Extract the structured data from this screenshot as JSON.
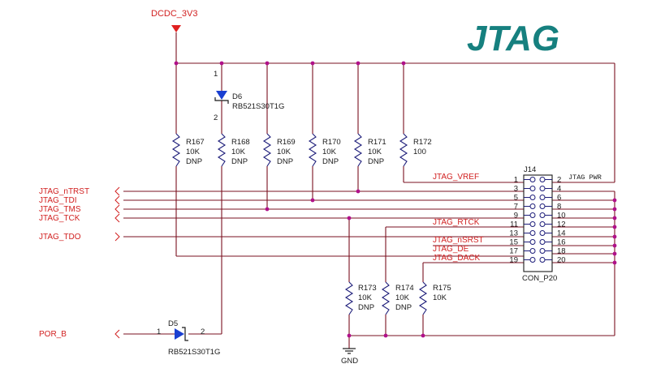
{
  "title": "JTAG",
  "power": {
    "net": "DCDC_3V3",
    "color": "#e02020"
  },
  "ground": {
    "net": "GND"
  },
  "left_nets": [
    {
      "label": "JTAG_nTRST",
      "dir": "in"
    },
    {
      "label": "JTAG_TDI",
      "dir": "in"
    },
    {
      "label": "JTAG_TMS",
      "dir": "in"
    },
    {
      "label": "JTAG_TCK",
      "dir": "in"
    },
    {
      "label": "JTAG_TDO",
      "dir": "out"
    },
    {
      "label": "POR_B",
      "dir": "in"
    }
  ],
  "pullups": [
    {
      "ref": "R167",
      "value": "10K",
      "note": "DNP"
    },
    {
      "ref": "R168",
      "value": "10K",
      "note": "DNP"
    },
    {
      "ref": "R169",
      "value": "10K",
      "note": "DNP"
    },
    {
      "ref": "R170",
      "value": "10K",
      "note": "DNP"
    },
    {
      "ref": "R171",
      "value": "10K",
      "note": "DNP"
    },
    {
      "ref": "R172",
      "value": "100",
      "note": ""
    }
  ],
  "pulldowns": [
    {
      "ref": "R173",
      "value": "10K",
      "note": "DNP"
    },
    {
      "ref": "R174",
      "value": "10K",
      "note": "DNP"
    },
    {
      "ref": "R175",
      "value": "10K",
      "note": ""
    }
  ],
  "diodes": [
    {
      "ref": "D6",
      "part": "RB521S30T1G",
      "pin_a": "1",
      "pin_k": "2"
    },
    {
      "ref": "D5",
      "part": "RB521S30T1G",
      "pin_a": "1",
      "pin_k": "2"
    }
  ],
  "connector": {
    "ref": "J14",
    "part": "CON_P20",
    "left_pins": [
      "1",
      "3",
      "5",
      "7",
      "9",
      "11",
      "13",
      "15",
      "17",
      "19"
    ],
    "right_pins": [
      "2",
      "4",
      "6",
      "8",
      "10",
      "12",
      "14",
      "16",
      "18",
      "20"
    ],
    "pin2_label": "JTAG PWR"
  },
  "inner_nets": [
    "JTAG_VREF",
    "JTAG_RTCK",
    "JTAG_nSRST",
    "JTAG_DE",
    "JTAG_DACK"
  ]
}
